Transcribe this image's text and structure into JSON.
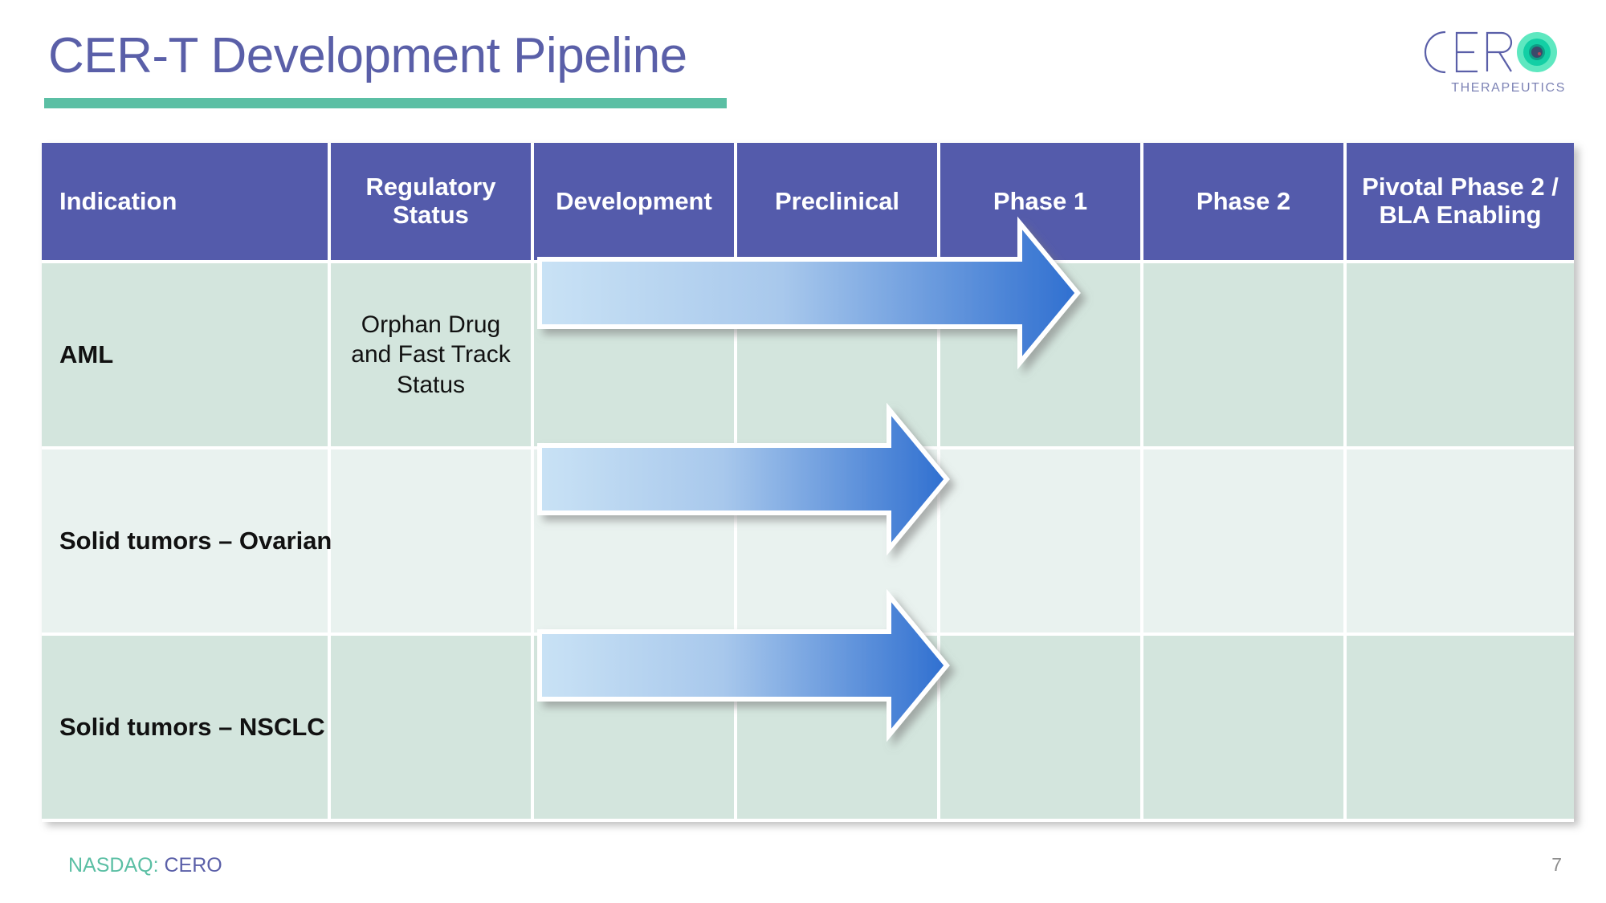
{
  "slide": {
    "title": "CER-T Development Pipeline",
    "page_number": "7",
    "accent_teal": "#5bbfa4",
    "title_purple": "#5a5fa8",
    "header_blue": "#545bab",
    "row_dark": "#d3e5dd",
    "row_light": "#e9f2ef",
    "arrow_gradient_start": "#c6e0f4",
    "arrow_gradient_end": "#2f6fd0"
  },
  "logo": {
    "wordmark": "CERO",
    "wordmark_letters": "CER",
    "tagline": "THERAPEUTICS",
    "mark_color_outer": "#5ee8c0",
    "mark_color_mid": "#0fbf9a",
    "mark_color_core": "#3b4a6b"
  },
  "table": {
    "columns": [
      "Indication",
      "Regulatory Status",
      "Development",
      "Preclinical",
      "Phase 1",
      "Phase 2",
      "Pivotal Phase 2 / BLA Enabling"
    ],
    "rows": [
      {
        "indication": "AML",
        "regulatory_status": "Orphan Drug and Fast Track Status",
        "progress_through": "Phase 1",
        "shade": "dark"
      },
      {
        "indication": "Solid tumors – Ovarian",
        "regulatory_status": "",
        "progress_through": "Preclinical",
        "shade": "light"
      },
      {
        "indication": "Solid tumors – NSCLC",
        "regulatory_status": "",
        "progress_through": "Preclinical",
        "shade": "dark"
      }
    ]
  },
  "footer": {
    "exchange": "NASDAQ:",
    "symbol": "CERO"
  }
}
